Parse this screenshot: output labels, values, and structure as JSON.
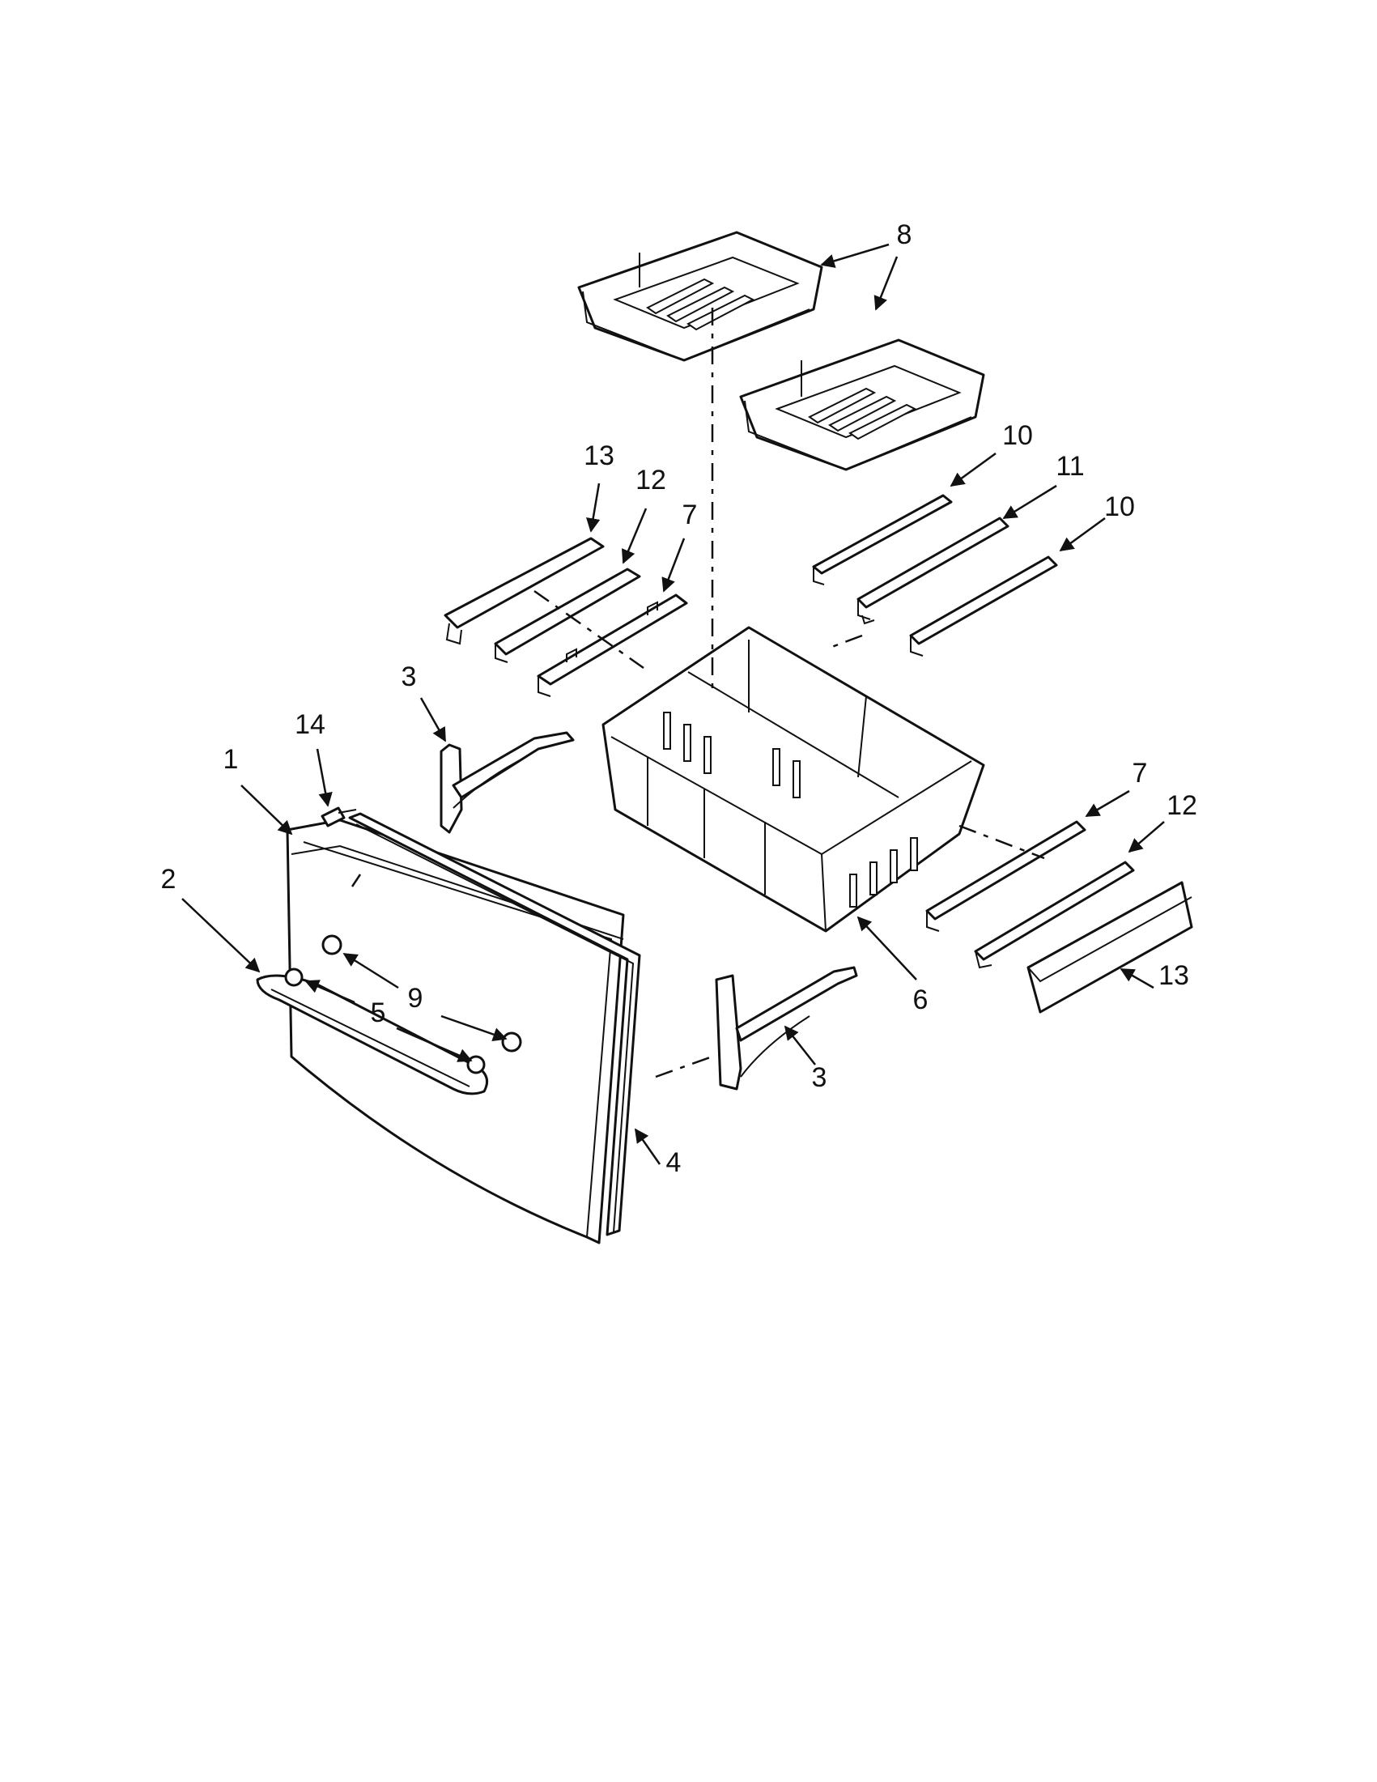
{
  "callouts": [
    {
      "id": "c8",
      "label": "8"
    },
    {
      "id": "c13a",
      "label": "13"
    },
    {
      "id": "c12a",
      "label": "12"
    },
    {
      "id": "c7a",
      "label": "7"
    },
    {
      "id": "c10a",
      "label": "10"
    },
    {
      "id": "c11",
      "label": "11"
    },
    {
      "id": "c10b",
      "label": "10"
    },
    {
      "id": "c3a",
      "label": "3"
    },
    {
      "id": "c14",
      "label": "14"
    },
    {
      "id": "c1",
      "label": "1"
    },
    {
      "id": "c2",
      "label": "2"
    },
    {
      "id": "c9",
      "label": "9"
    },
    {
      "id": "c5",
      "label": "5"
    },
    {
      "id": "c7b",
      "label": "7"
    },
    {
      "id": "c12b",
      "label": "12"
    },
    {
      "id": "c6",
      "label": "6"
    },
    {
      "id": "c13b",
      "label": "13"
    },
    {
      "id": "c3b",
      "label": "3"
    },
    {
      "id": "c4",
      "label": "4"
    }
  ],
  "colors": {
    "line": "#111111",
    "background": "#ffffff"
  }
}
